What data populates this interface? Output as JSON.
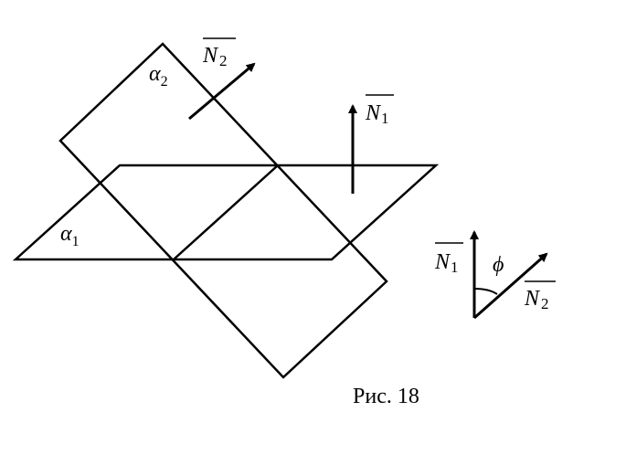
{
  "labels": {
    "plane_1": {
      "symbol": "α",
      "index": "1"
    },
    "plane_2": {
      "symbol": "α",
      "index": "2"
    },
    "normal_1": {
      "symbol": "N",
      "index": "1"
    },
    "normal_2": {
      "symbol": "N",
      "index": "2"
    },
    "angle": "ϕ"
  },
  "caption": "Рис. 18"
}
